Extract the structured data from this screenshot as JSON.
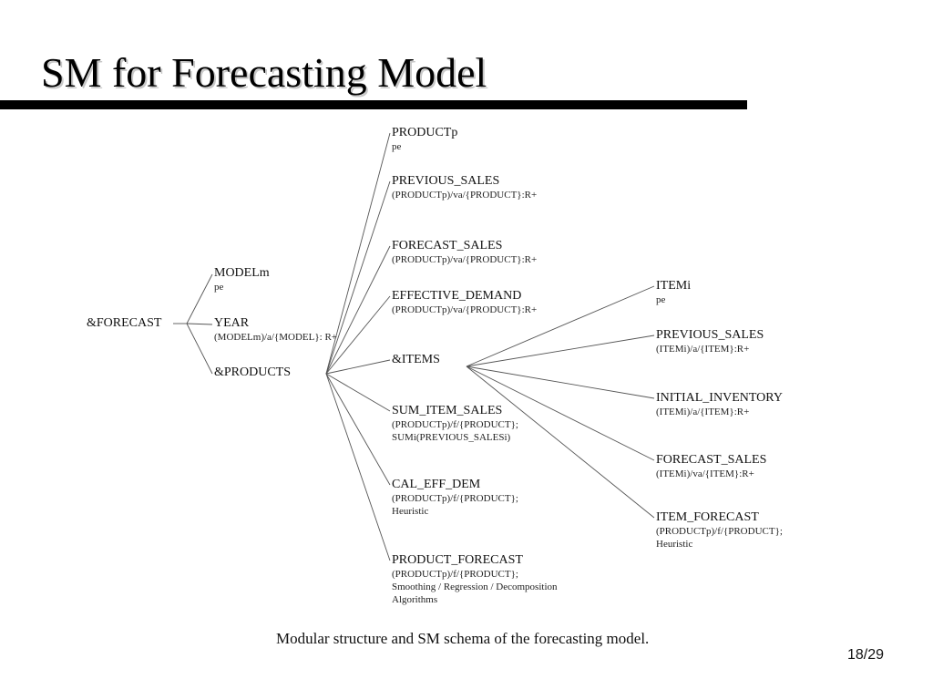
{
  "slide": {
    "title": "SM for Forecasting Model",
    "caption": "Modular structure and SM schema of the forecasting model.",
    "page_number": "18/29"
  },
  "diagram": {
    "root": {
      "name": "&FORECAST"
    },
    "level1": [
      {
        "name": "MODELm",
        "desc": [
          "pe"
        ]
      },
      {
        "name": "YEAR",
        "desc": [
          "(MODELm)/a/{MODEL}: R+"
        ]
      },
      {
        "name": "&PRODUCTS",
        "desc": []
      }
    ],
    "products_children": [
      {
        "name": "PRODUCTp",
        "desc": [
          "pe"
        ]
      },
      {
        "name": "PREVIOUS_SALES",
        "desc": [
          "(PRODUCTp)/va/{PRODUCT}:R+"
        ]
      },
      {
        "name": "FORECAST_SALES",
        "desc": [
          "(PRODUCTp)/va/{PRODUCT}:R+"
        ]
      },
      {
        "name": "EFFECTIVE_DEMAND",
        "desc": [
          "(PRODUCTp)/va/{PRODUCT}:R+"
        ]
      },
      {
        "name": "&ITEMS",
        "desc": []
      },
      {
        "name": "SUM_ITEM_SALES",
        "desc": [
          "(PRODUCTp)/f/{PRODUCT};",
          "SUMi(PREVIOUS_SALESi)"
        ]
      },
      {
        "name": "CAL_EFF_DEM",
        "desc": [
          "(PRODUCTp)/f/{PRODUCT};",
          "Heuristic"
        ]
      },
      {
        "name": "PRODUCT_FORECAST",
        "desc": [
          "(PRODUCTp)/f/{PRODUCT};",
          "Smoothing / Regression / Decomposition",
          "Algorithms"
        ]
      }
    ],
    "items_children": [
      {
        "name": "ITEMi",
        "desc": [
          "pe"
        ]
      },
      {
        "name": "PREVIOUS_SALES",
        "desc": [
          "(ITEMi)/a/{ITEM}:R+"
        ]
      },
      {
        "name": "INITIAL_INVENTORY",
        "desc": [
          "(ITEMi)/a/{ITEM}:R+"
        ]
      },
      {
        "name": "FORECAST_SALES",
        "desc": [
          "(ITEMi)/va/{ITEM}:R+"
        ]
      },
      {
        "name": "ITEM_FORECAST",
        "desc": [
          "(PRODUCTp)/f/{PRODUCT};",
          "Heuristic"
        ]
      }
    ]
  }
}
